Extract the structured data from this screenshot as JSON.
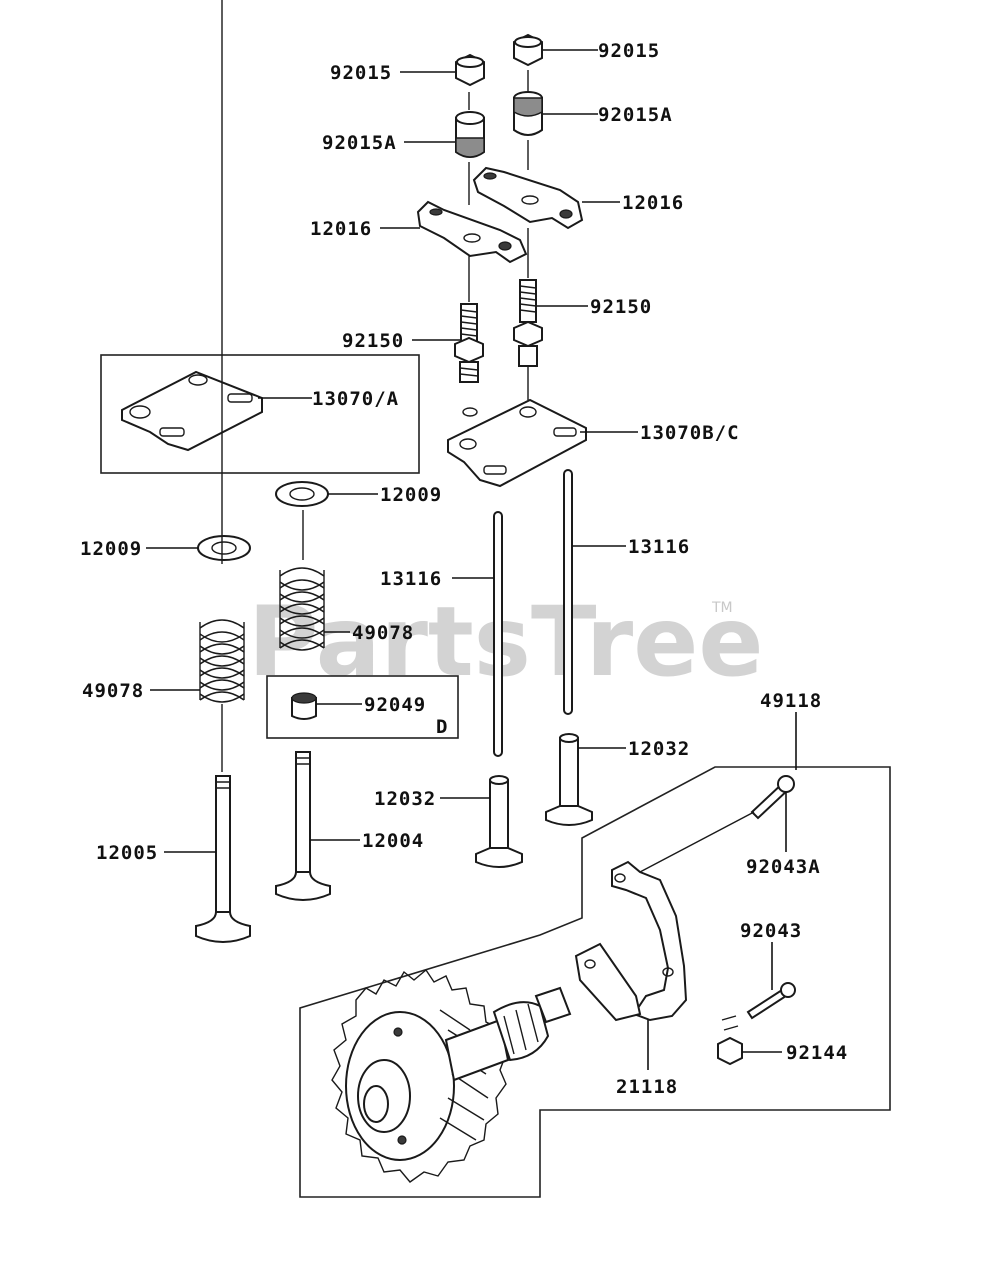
{
  "watermark": {
    "text": "PartsTree",
    "trademark": "TM"
  },
  "callouts": {
    "c92015_left": "92015",
    "c92015_right": "92015",
    "c92015A_left": "92015A",
    "c92015A_right": "92015A",
    "c12016_left": "12016",
    "c12016_right": "12016",
    "c92150_left": "92150",
    "c92150_right": "92150",
    "c13070A": "13070/A",
    "c13070BC": "13070B/C",
    "c12009_left": "12009",
    "c12009_right": "12009",
    "c13116_left": "13116",
    "c13116_right": "13116",
    "c49078_left": "49078",
    "c49078_right": "49078",
    "c92049": "92049",
    "cD": "D",
    "c49118": "49118",
    "c12032_left": "12032",
    "c12032_right": "12032",
    "c12005": "12005",
    "c12004": "12004",
    "c92043A": "92043A",
    "c92043": "92043",
    "c92144": "92144",
    "c21118": "21118"
  }
}
